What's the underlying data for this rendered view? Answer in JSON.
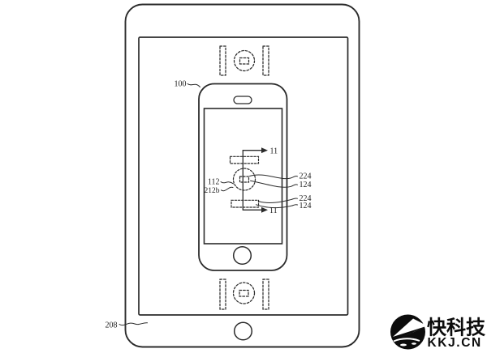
{
  "colors": {
    "ink": "#2b2b2b",
    "label_ink": "#1c1c1c",
    "watermark_ink": "#0c0c0c",
    "background": "#ffffff"
  },
  "figure": {
    "refs": {
      "phone": "100",
      "tablet_bezel": "208",
      "display": "112",
      "layer": "212b",
      "section_top": "11",
      "section_bottom": "11",
      "upper_224": "224",
      "upper_124": "124",
      "lower_224": "224",
      "lower_124": "124"
    }
  },
  "watermark": {
    "brand": "快科技",
    "domain": "KKJ.CN"
  }
}
